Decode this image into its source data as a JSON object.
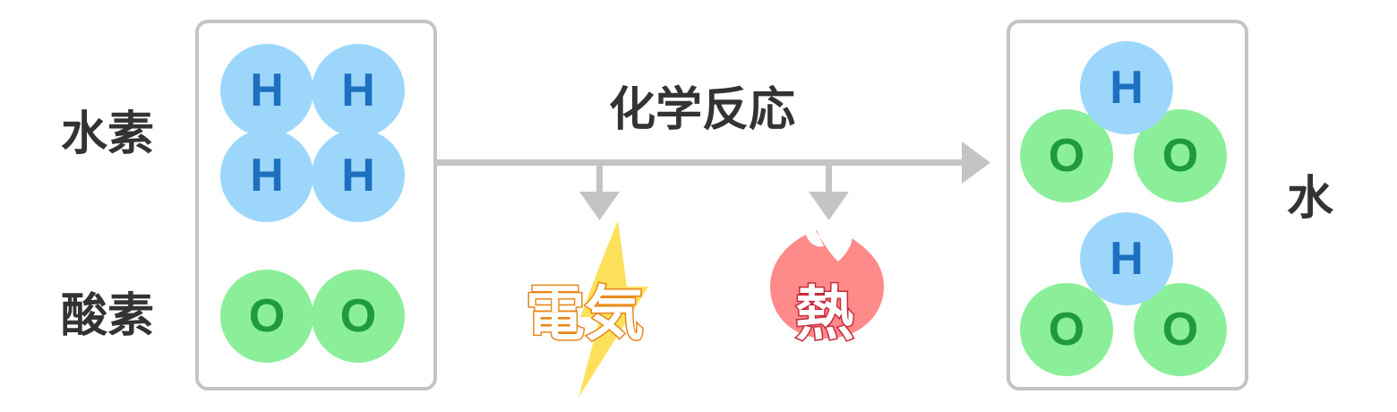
{
  "labels": {
    "hydrogen": "水素",
    "oxygen": "酸素",
    "reaction": "化学反応",
    "water": "水",
    "electricity": "電気",
    "heat": "熱"
  },
  "atoms": {
    "hydrogen_symbol": "H",
    "oxygen_symbol": "O"
  },
  "colors": {
    "hydrogen_fill": "#9cd7fb",
    "hydrogen_text": "#1e6fbf",
    "oxygen_fill": "#8bef9a",
    "oxygen_text": "#1f9a3e",
    "arrow": "#c4c4c4",
    "electricity_text": "#e8861a",
    "bolt": "#fde15a",
    "heat_text": "#c62a3a",
    "flame": "#ff8a8a"
  },
  "icons": {
    "electricity": "lightning-bolt-icon",
    "heat": "flame-icon"
  }
}
